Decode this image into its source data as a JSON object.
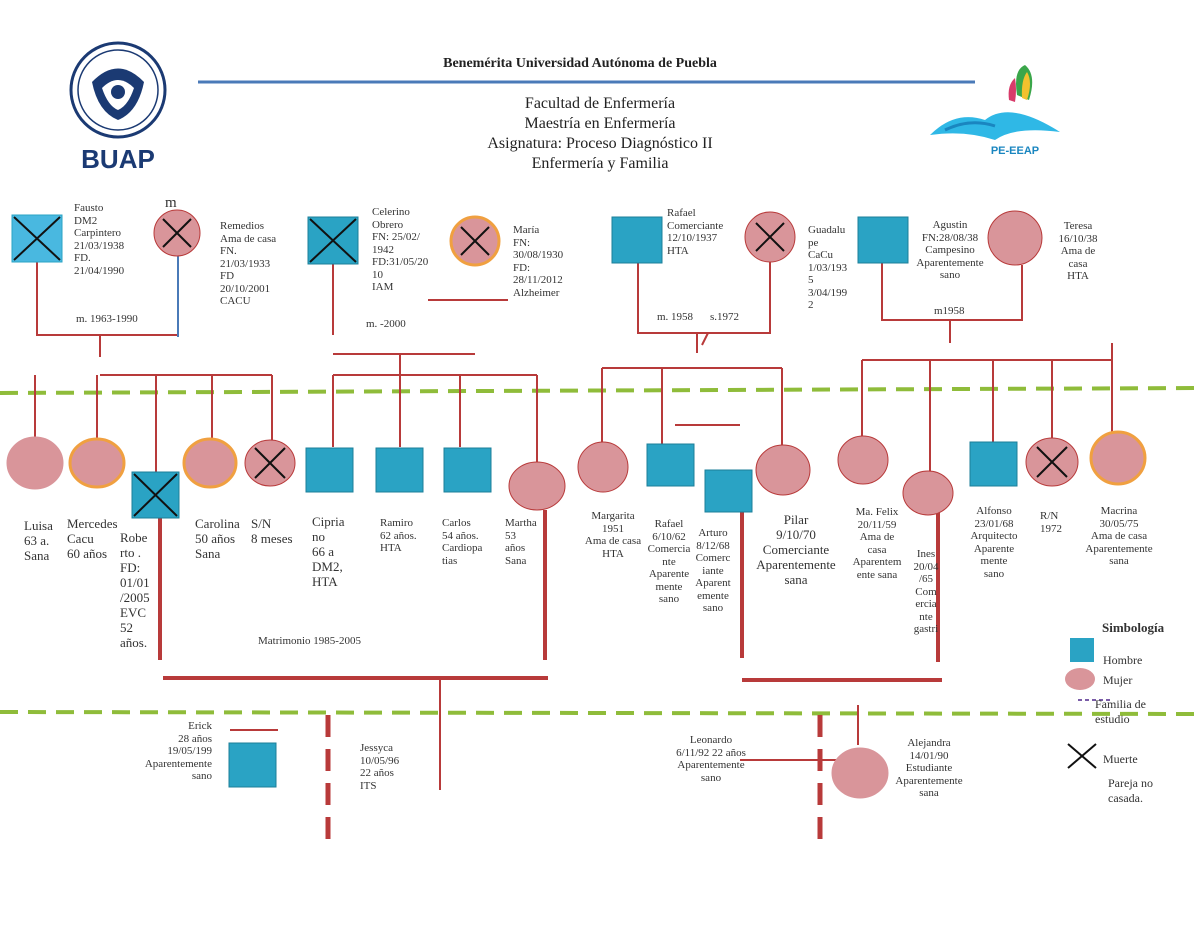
{
  "header": {
    "university": "Benemérita Universidad Autónoma de Puebla",
    "faculty": "Facultad de Enfermería",
    "program": "Maestría en Enfermería",
    "subject": "Asignatura: Proceso Diagnóstico II",
    "topic": "Enfermería y Familia"
  },
  "logos": {
    "left_text": "BUAP",
    "right_text": "PE-EEAP"
  },
  "colors": {
    "male": "#2aa3c4",
    "female": "#d9959a",
    "female_border": "#f0a040",
    "line": "#b83a3a",
    "dashed_green": "#8fbc3a",
    "blue_rule": "#4a7ab8"
  },
  "people": {
    "fausto": "Fausto\nDM2\nCarpintero\n21/03/1938\nFD.\n21/04/1990",
    "m_mark": "m",
    "remedios": "Remedios\nAma de casa\nFN.\n21/03/1933\nFD\n20/10/2001\nCACU",
    "celerino": "Celerino\nObrero\nFN: 25/02/\n1942\nFD:31/05/20\n10\nIAM",
    "maria": "María\nFN:\n30/08/1930\nFD:\n28/11/2012\nAlzheimer",
    "rafael_sr": "Rafael\nComerciante\n12/10/1937\nHTA",
    "guadalupe": "Guadalu\npe\nCaCu\n1/03/193\n5\n3/04/199\n2",
    "agustin": "Agustin\nFN:28/08/38\nCampesino\nAparentemente\nsano",
    "teresa": "Teresa\n16/10/38\nAma de\ncasa\nHTA",
    "luisa": "Luisa\n63 a.\nSana",
    "mercedes": "Mercedes\nCacu\n60 años",
    "roberto": "Robe\nrto .\nFD:\n01/01\n/2005\nEVC\n52\naños.",
    "carolina": "Carolina\n50 años\nSana",
    "sn": "S/N\n8 meses",
    "cipriano": "Cipria\nno\n66 a\nDM2,\nHTA",
    "ramiro": "Ramiro\n62 años.\nHTA",
    "carlos": "Carlos\n54 años.\nCardiopa\ntias",
    "martha": "Martha\n53\naños\nSana",
    "margarita": "Margarita\n1951\nAma de casa\nHTA",
    "rafael_jr": "Rafael\n6/10/62\nComercia\nnte\nAparente\nmente\nsano",
    "arturo": "Arturo\n8/12/68\nComerc\niante\nAparent\nemente\nsano",
    "pilar": "Pilar\n9/10/70\nComerciante\nAparentemente\nsana",
    "mafelix": "Ma. Felix\n20/11/59\nAma de\ncasa\nAparentem\nente sana",
    "ines": "Ines\n20/04\n/65\nCom\nercia\nnte\ngastri",
    "alfonso": "Alfonso\n23/01/68\nArquitecto\nAparente\nmente\nsano",
    "rn": "R/N\n1972",
    "macrina": "Macrina\n30/05/75\nAma de casa\nAparentemente\nsana",
    "erick": "Erick\n28 años\n19/05/199\nAparentemente\nsano",
    "jessyca": "Jessyca\n10/05/96\n22 años\nITS",
    "leonardo": "Leonardo\n6/11/92 22 años\nAparentemente\nsano",
    "alejandra": "Alejandra\n14/01/90\nEstudiante\nAparentemente\nsana"
  },
  "marriages": {
    "m1": "m. 1963-1990",
    "m2": "m. -2000",
    "m3": "m. 1958",
    "s3": "s.1972",
    "m4": "m1958",
    "m5": "Matrimonio 1985-2005"
  },
  "legend": {
    "title": "Simbología",
    "male": "Hombre",
    "female": "Mujer",
    "family": "Familia  de\nestudio",
    "death": "Muerte",
    "couple": "Pareja no\ncasada."
  }
}
